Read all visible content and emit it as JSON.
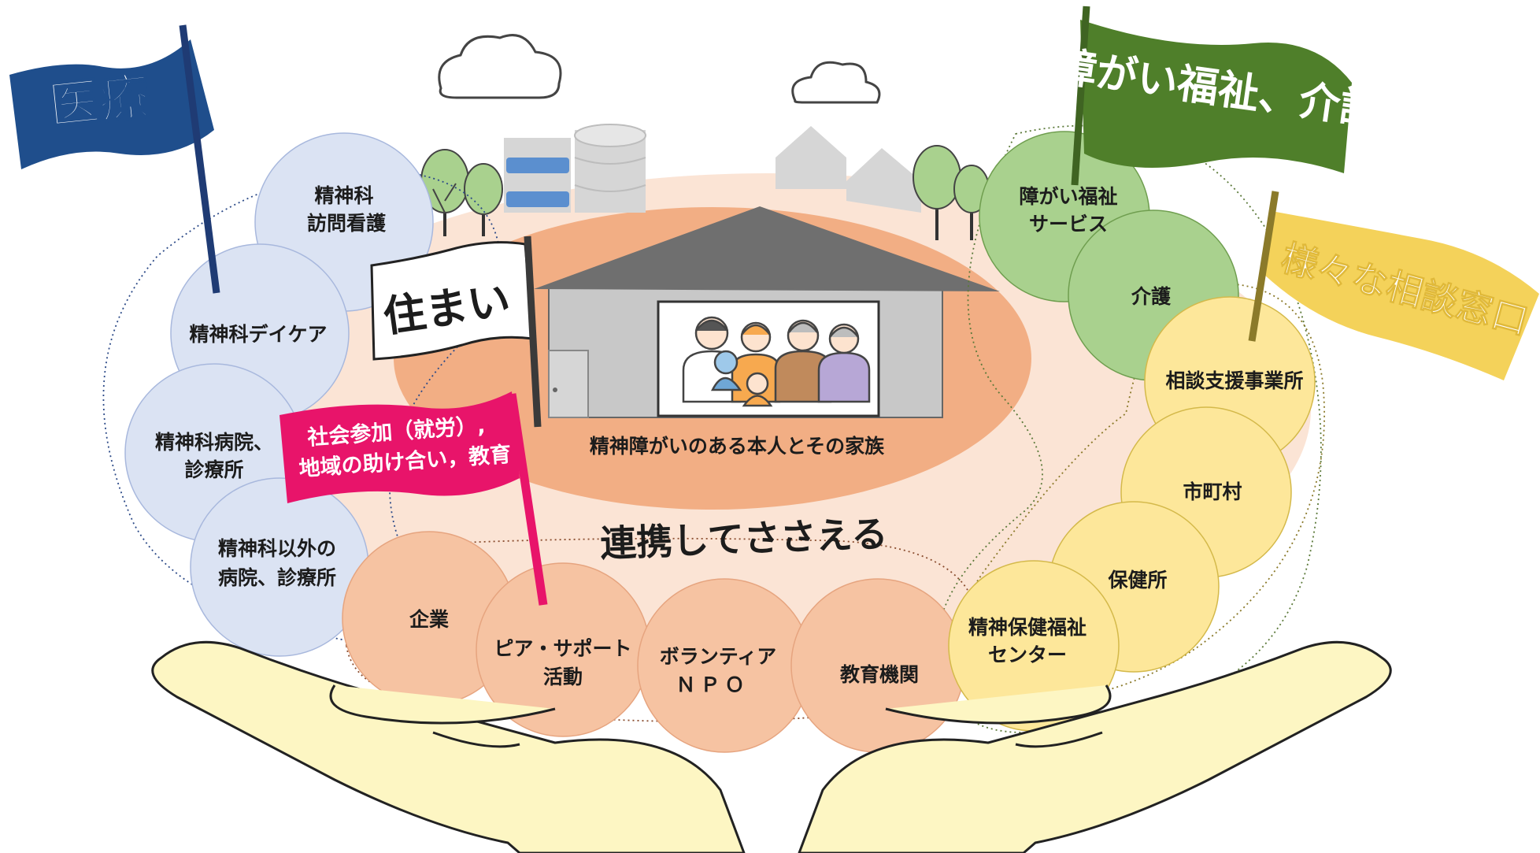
{
  "colors": {
    "medical_circle": "#dbe3f3",
    "medical_stroke": "#a8b8dd",
    "medical_flag": "#1f4e8c",
    "welfare_circle": "#a9d18e",
    "welfare_stroke": "#6f9e4f",
    "welfare_flag": "#4f7f2a",
    "consult_circle": "#fde79a",
    "consult_stroke": "#d4b94a",
    "consult_flag": "#f4d25a",
    "community_circle": "#f6c3a2",
    "community_stroke": "#e6a47f",
    "social_flag": "#e8146a",
    "ground": "#f2ae84",
    "ground_outer": "#fbe4d5",
    "hand": "#fdf6c3"
  },
  "flags": {
    "medical": "医療",
    "welfare": "障がい福祉、介護",
    "consult": "様々な相談窓口",
    "housing": "住まい",
    "social_line1": "社会参加（就労）,",
    "social_line2": "地域の助け合い，教育"
  },
  "center": {
    "family_caption": "精神障がいのある本人とその家族",
    "support_caption": "連携してささえる"
  },
  "medical": {
    "visit_nursing_1": "精神科",
    "visit_nursing_2": "訪問看護",
    "daycare": "精神科デイケア",
    "hospital_1": "精神科病院、",
    "hospital_2": "診療所",
    "other_1": "精神科以外の",
    "other_2": "病院、診療所"
  },
  "welfare": {
    "service_1": "障がい福祉",
    "service_2": "サービス",
    "care": "介護"
  },
  "consult": {
    "office": "相談支援事業所",
    "city": "市町村",
    "health_center": "保健所",
    "mental_center_1": "精神保健福祉",
    "mental_center_2": "センター"
  },
  "community": {
    "company": "企業",
    "peer_1": "ピア・サポート",
    "peer_2": "活動",
    "volunteer_1": "ボランティア",
    "volunteer_2": "ＮＰＯ",
    "education": "教育機関"
  }
}
